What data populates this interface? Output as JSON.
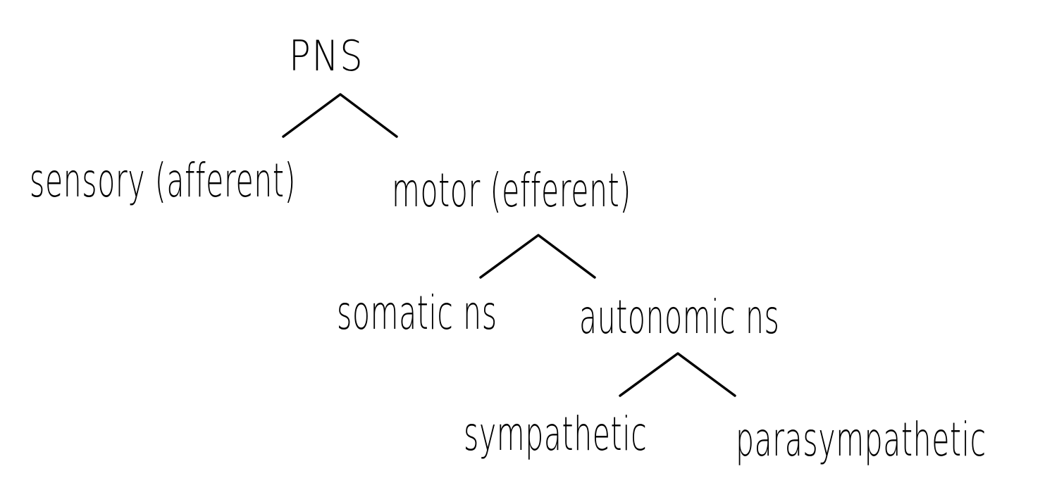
{
  "tree": {
    "root": {
      "label": "PNS"
    },
    "level1": {
      "sensory": {
        "label": "sensory (afferent)"
      },
      "motor": {
        "label": "motor (efferent)"
      }
    },
    "level2": {
      "somatic": {
        "label": "somatic ns"
      },
      "autonomic": {
        "label": "autonomic ns"
      }
    },
    "level3": {
      "sympathetic": {
        "label": "sympathetic"
      },
      "parasympathetic": {
        "label": "parasympathetic"
      }
    }
  },
  "colors": {
    "ink": "#000000",
    "background": "#ffffff"
  }
}
